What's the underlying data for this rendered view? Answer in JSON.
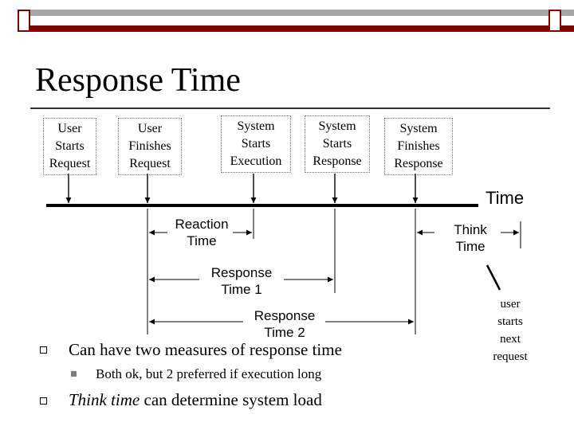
{
  "slide": {
    "title": "Response Time",
    "colors": {
      "top_band": "#a6a6a6",
      "accent_band": "#800000",
      "square_border": "#800000"
    }
  },
  "timeline": {
    "axis_label": "Time",
    "event_boxes": [
      {
        "lines": [
          "User",
          "Starts",
          "Request"
        ]
      },
      {
        "lines": [
          "User",
          "Finishes",
          "Request"
        ]
      },
      {
        "lines": [
          "System",
          "Starts",
          "Execution"
        ]
      },
      {
        "lines": [
          "System",
          "Starts",
          "Response"
        ]
      },
      {
        "lines": [
          "System",
          "Finishes",
          "Response"
        ]
      }
    ],
    "intervals": [
      {
        "lines": [
          "Reaction",
          "Time"
        ]
      },
      {
        "lines": [
          "Think",
          "Time"
        ]
      },
      {
        "lines": [
          "Response",
          "Time 1"
        ]
      },
      {
        "lines": [
          "Response",
          "Time 2"
        ]
      }
    ],
    "annotation": [
      "user",
      "starts",
      "next",
      "request"
    ]
  },
  "bullets": [
    {
      "text": "Can have two measures of response time",
      "level": 1
    },
    {
      "text": "Both ok, but 2 preferred if execution long",
      "level": 2
    },
    {
      "emphasis": "Think time",
      "text": " can determine system load",
      "level": 1
    }
  ]
}
